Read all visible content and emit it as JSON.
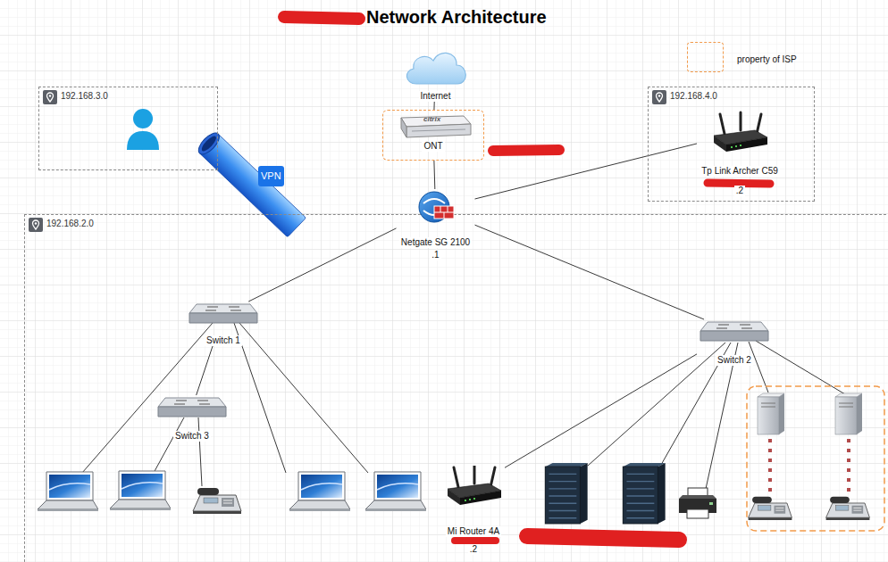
{
  "diagram": {
    "title": "Network Architecture",
    "nodes": [
      {
        "text": [
          "192.168.3.0"
        ]
      },
      {
        "text": [
          "Internet"
        ]
      },
      {
        "text": [
          "ONT"
        ]
      },
      {
        "text": [
          "192.168.4.0"
        ]
      },
      {
        "text": [
          "Tp Link Archer C59",
          ".2"
        ],
        "in": 3
      },
      {
        "text": [
          "192.168.2.0"
        ]
      },
      {
        "text": [
          "Netgate SG 2100",
          ".1"
        ],
        "in": 5
      },
      {
        "text": [
          "Switch 1"
        ],
        "in": 5
      },
      {
        "text": [
          "Switch 3"
        ],
        "in": 5
      },
      {
        "text": [
          "Switch 2"
        ],
        "in": 5
      },
      {
        "text": [
          "Mi Router 4A",
          ".2"
        ],
        "in": 5
      }
    ],
    "edges": [
      {
        "from": 1,
        "to": 2,
        "arrow": "none"
      },
      {
        "from": 2,
        "to": 6,
        "arrow": "none"
      },
      {
        "from": 6,
        "to": 4,
        "arrow": "none"
      },
      {
        "from": 6,
        "to": 7,
        "arrow": "none"
      },
      {
        "from": 6,
        "to": 9,
        "arrow": "none"
      },
      {
        "from": 7,
        "to": 8,
        "arrow": "none"
      },
      {
        "from": 9,
        "to": 10,
        "arrow": "none"
      }
    ],
    "labels": [
      "VPN",
      "citrix"
    ],
    "legend": [
      {
        "text": "property of ISP"
      }
    ]
  }
}
